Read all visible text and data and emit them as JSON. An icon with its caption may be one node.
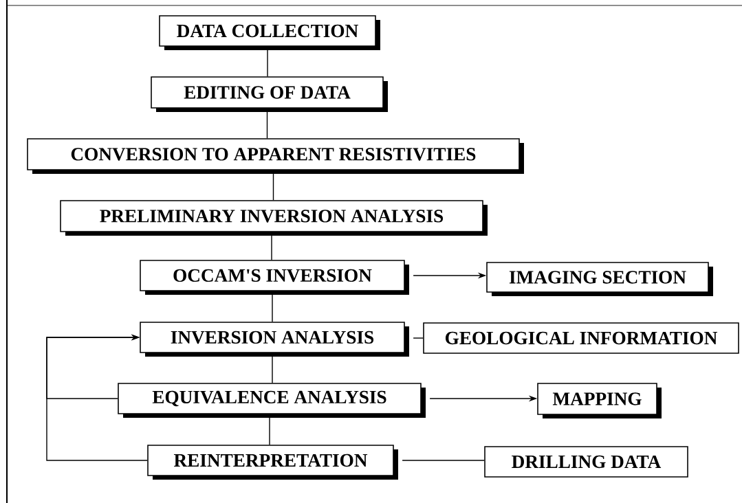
{
  "diagram": {
    "nodes": [
      {
        "text": [
          "DATA COLLECTION"
        ]
      },
      {
        "text": [
          "EDITING OF DATA"
        ]
      },
      {
        "text": [
          "CONVERSION TO APPARENT RESISTIVITIES"
        ]
      },
      {
        "text": [
          "PRELIMINARY INVERSION ANALYSIS"
        ]
      },
      {
        "text": [
          "OCCAM'S INVERSION"
        ]
      },
      {
        "text": [
          "IMAGING SECTION"
        ]
      },
      {
        "text": [
          "INVERSION ANALYSIS"
        ]
      },
      {
        "text": [
          "GEOLOGICAL INFORMATION"
        ]
      },
      {
        "text": [
          "EQUIVALENCE ANALYSIS"
        ]
      },
      {
        "text": [
          "MAPPING"
        ]
      },
      {
        "text": [
          "REINTERPRETATION"
        ]
      },
      {
        "text": [
          "DRILLING DATA"
        ]
      }
    ],
    "edges": [
      {
        "from": 0,
        "to": 1,
        "arrow": "none"
      },
      {
        "from": 1,
        "to": 2,
        "arrow": "none"
      },
      {
        "from": 2,
        "to": 3,
        "arrow": "none"
      },
      {
        "from": 3,
        "to": 4,
        "arrow": "none"
      },
      {
        "from": 4,
        "to": 5,
        "arrow": "to"
      },
      {
        "from": 4,
        "to": 6,
        "arrow": "none"
      },
      {
        "from": 7,
        "to": 6,
        "arrow": "none"
      },
      {
        "from": 6,
        "to": 8,
        "arrow": "none"
      },
      {
        "from": 8,
        "to": 9,
        "arrow": "to"
      },
      {
        "from": 8,
        "to": 10,
        "arrow": "none"
      },
      {
        "from": 10,
        "to": 11,
        "arrow": "none"
      },
      {
        "from": 10,
        "to": 6,
        "arrow": "to"
      },
      {
        "from": 8,
        "to": 6,
        "arrow": "to"
      }
    ]
  }
}
